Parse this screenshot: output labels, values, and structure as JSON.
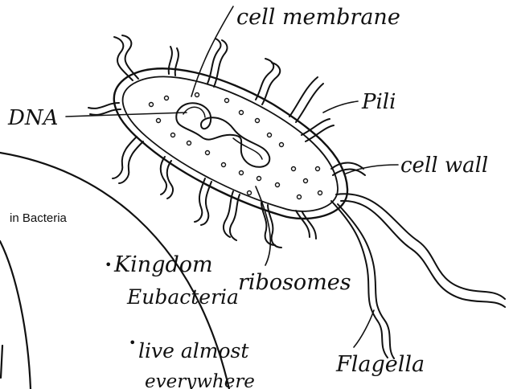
{
  "labels": {
    "cell_membrane": "cell membrane",
    "dna": "DNA",
    "pili": "Pili",
    "cell_wall": "cell wall",
    "ribosomes": "ribosomes",
    "flagella": "Flagella"
  },
  "side_panel": {
    "heading": "in Bacteria",
    "notes": [
      {
        "bullet": "•",
        "line1": "Kingdom",
        "line2": "Eubacteria"
      },
      {
        "bullet": "•",
        "line1": "live almost",
        "line2": "everywhere"
      }
    ]
  }
}
